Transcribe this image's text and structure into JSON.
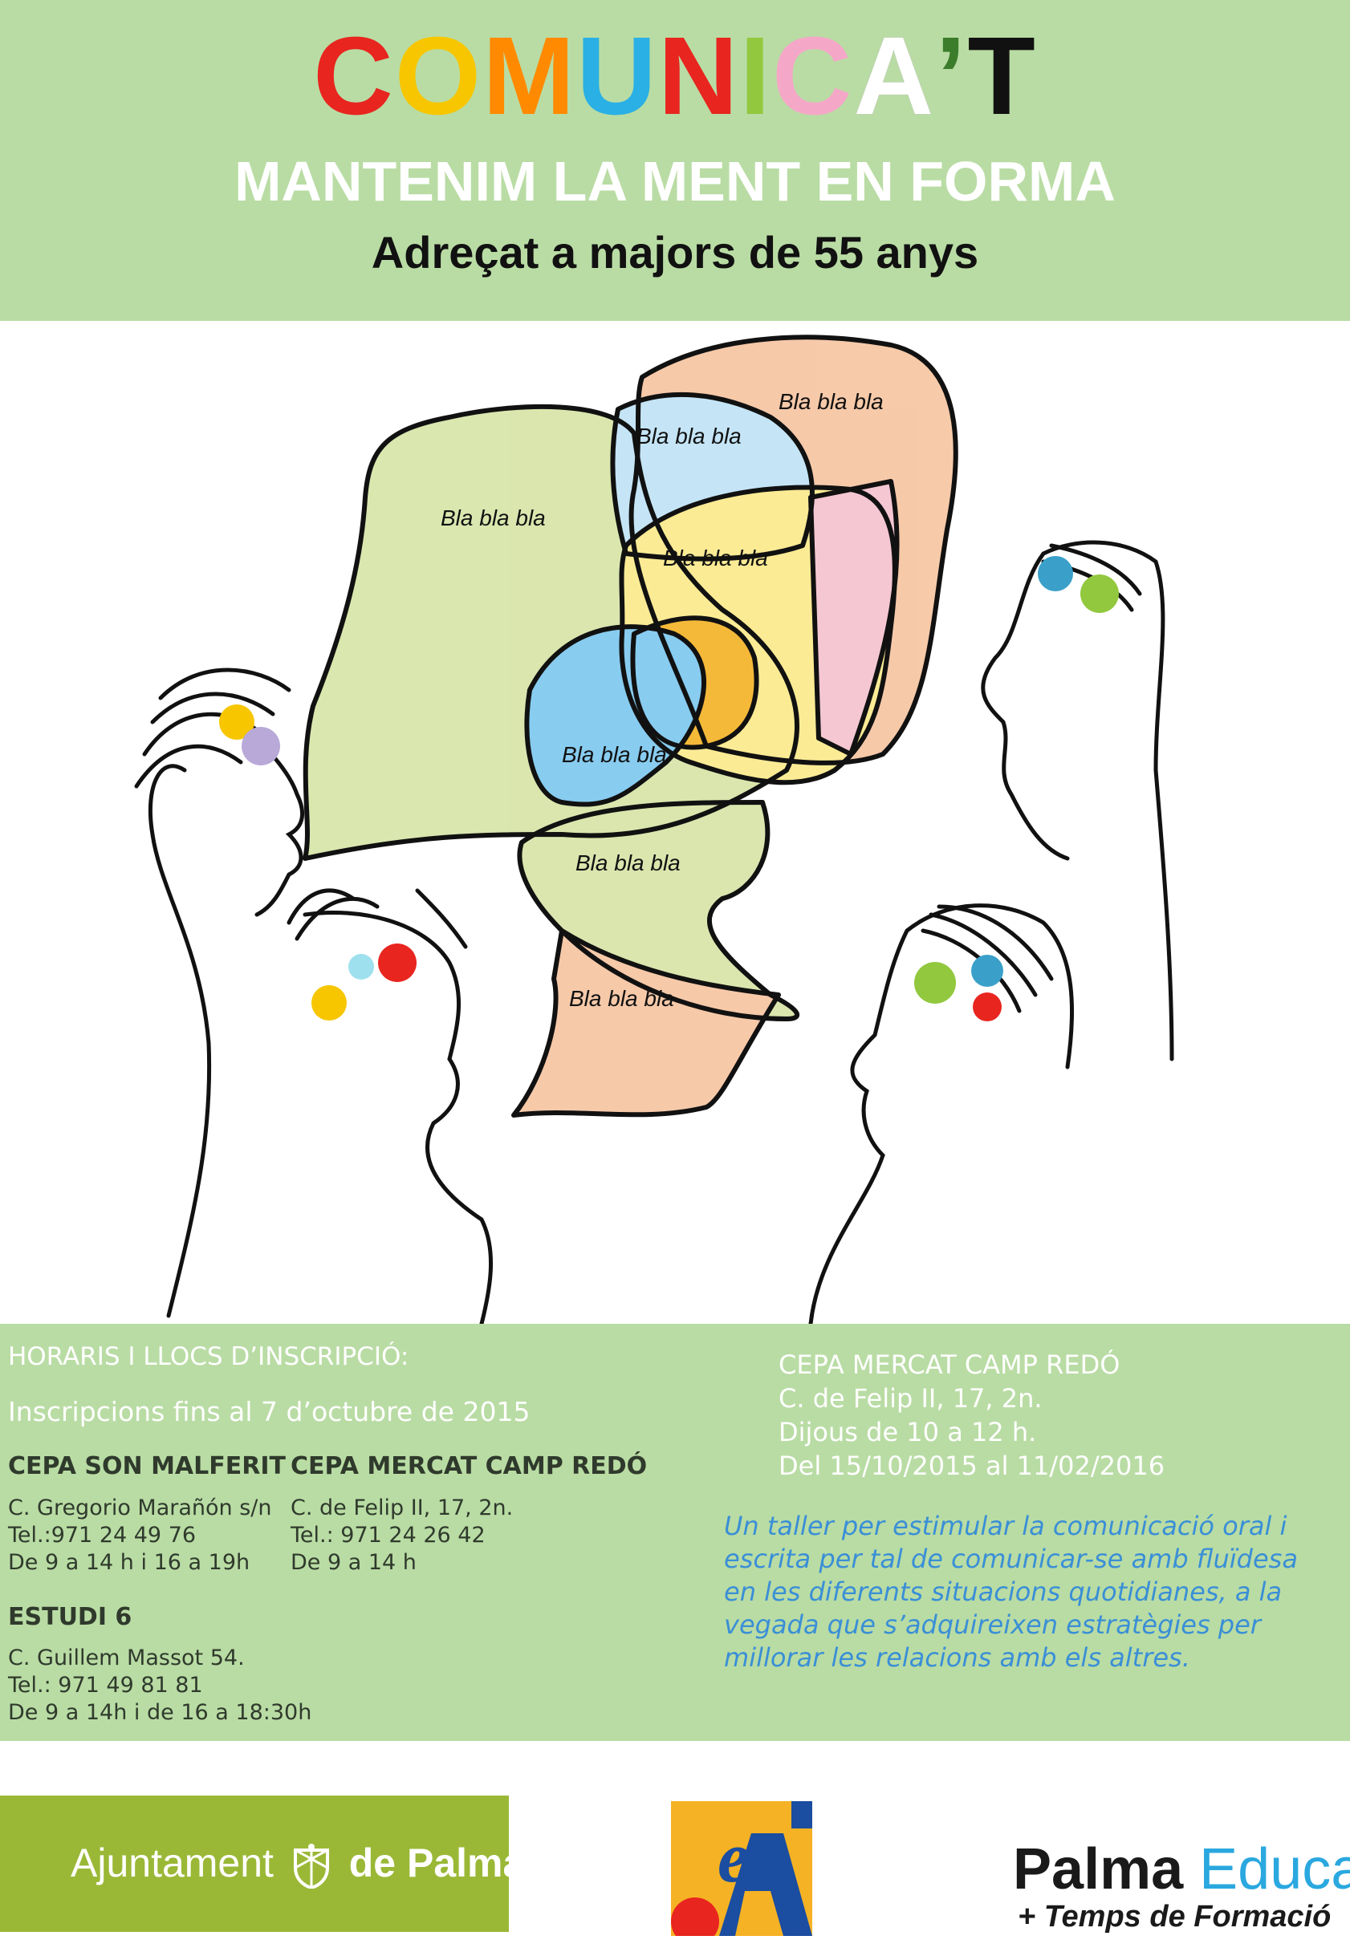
{
  "header": {
    "title_letters": [
      {
        "char": "C",
        "color": "#e8251f"
      },
      {
        "char": "O",
        "color": "#f7c600"
      },
      {
        "char": "M",
        "color": "#ff8a00"
      },
      {
        "char": "U",
        "color": "#2ab0e4"
      },
      {
        "char": "N",
        "color": "#e8251f"
      },
      {
        "char": "I",
        "color": "#92c83e"
      },
      {
        "char": "C",
        "color": "#f5a7c8"
      },
      {
        "char": "A",
        "color": "#ffffff"
      },
      {
        "char": "’",
        "color": "#3b7d2a"
      },
      {
        "char": "T",
        "color": "#111111"
      }
    ],
    "subtitle": "MANTENIM LA MENT EN FORMA",
    "audience": "Adreçat a majors de 55 anys"
  },
  "illustration": {
    "bubble_texts": [
      "Bla bla bla",
      "Bla bla bla",
      "Bla bla bla",
      "Bla bla bla",
      "Bla bla bla",
      "Bla bla bla",
      "Bla bla bla"
    ],
    "bubble_colors": [
      "#d6e4a6",
      "#f6c4a0",
      "#bfe3f6",
      "#fbe98a",
      "#f5c2cf",
      "#f5b224",
      "#7cc7ef"
    ]
  },
  "info": {
    "heading": "HORARIS I LLOCS D’INSCRIPCIÓ:",
    "deadline": "Inscripcions fins al 7 d’octubre de 2015",
    "centers": [
      {
        "name": "CEPA SON MALFERIT",
        "address": "C. Gregorio Marañón s/n",
        "phone": "Tel.:971 24 49 76",
        "hours": "De 9 a 14 h i 16 a 19h"
      },
      {
        "name": "CEPA MERCAT CAMP REDÓ",
        "address": "C. de Felip II, 17, 2n.",
        "phone": "Tel.: 971 24 26 42",
        "hours": "De 9 a 14 h"
      },
      {
        "name": "ESTUDI 6",
        "address": "C. Guillem Massot 54.",
        "phone": "Tel.: 971 49 81 81",
        "hours": "De 9 a 14h i de 16 a 18:30h"
      }
    ],
    "course": {
      "place": "CEPA MERCAT CAMP REDÓ",
      "address": "C. de Felip II, 17, 2n.",
      "schedule": "Dijous de 10 a 12 h.",
      "dates": "Del 15/10/2015 al 11/02/2016"
    },
    "description_lines": [
      "Un taller per estimular la comunicació oral i",
      "escrita  per tal de comunicar-se amb fluïdesa",
      "en les diferents situacions quotidianes, a la",
      "vegada que s’adquireixen estratègies per",
      "millorar les relacions amb els altres."
    ]
  },
  "logos": {
    "ajuntament_prefix": "Ajuntament",
    "ajuntament_suffix": "de Palma",
    "center_logo_letters": "eA",
    "palma": "Palma",
    "educa": "Educa",
    "tagline": "+ Temps de Formació"
  }
}
